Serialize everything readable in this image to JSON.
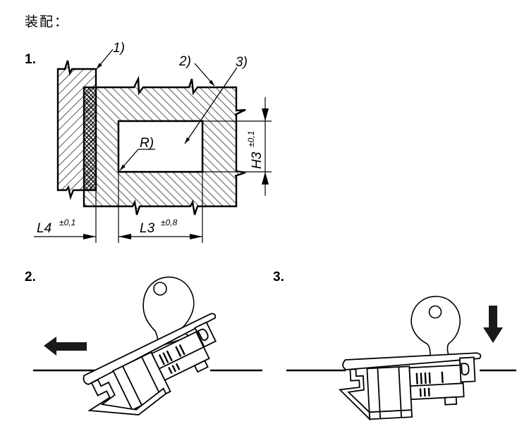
{
  "title": "装配：",
  "steps": [
    {
      "number": "1."
    },
    {
      "number": "2."
    },
    {
      "number": "3."
    }
  ],
  "callouts": {
    "c1": "1)",
    "c2": "2)",
    "c3": "3)",
    "r": "R)"
  },
  "dimensions": {
    "l4": {
      "label": "L4",
      "tolerance": "±0,1"
    },
    "l3": {
      "label": "L3",
      "tolerance": "±0,8"
    },
    "h3": {
      "label": "H3",
      "tolerance": "±0,1"
    }
  },
  "arrows": {
    "step2": "arrow-left",
    "step3": "arrow-down"
  }
}
